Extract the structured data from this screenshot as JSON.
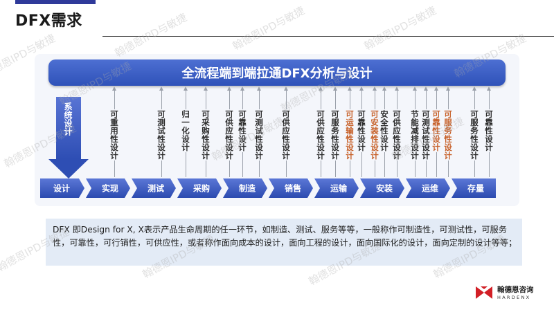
{
  "header": {
    "title": "DFX需求"
  },
  "diagram": {
    "banner": "全流程端到端拉通DFX分析与设计",
    "big_arrow_label": "系统设计",
    "stages": [
      "设计",
      "实现",
      "测试",
      "采购",
      "制造",
      "销售",
      "运输",
      "安装",
      "运维",
      "存量"
    ],
    "requirements": [
      {
        "text": "可重用性设计",
        "color": "dark"
      },
      {
        "text": "可测试性设计",
        "color": "dark"
      },
      {
        "text": "归一化设计",
        "color": "dark"
      },
      {
        "text": "可采购性设计",
        "color": "dark"
      },
      {
        "text": "可供应性设计",
        "color": "dark"
      },
      {
        "text": "可靠性设计",
        "color": "dark"
      },
      {
        "text": "可测试性设计",
        "color": "dark"
      },
      {
        "text": "可供应性设计",
        "color": "dark"
      },
      {
        "text": "可供应性设计",
        "color": "dark"
      },
      {
        "text": "可服务性设计",
        "color": "dark"
      },
      {
        "text": "可运输性设计",
        "color": "orange"
      },
      {
        "text": "可靠性设计",
        "color": "dark"
      },
      {
        "text": "可安装性设计",
        "color": "orange"
      },
      {
        "text": "安全性设计",
        "color": "dark"
      },
      {
        "text": "可供应性设计",
        "color": "dark"
      },
      {
        "text": "节能减排设计",
        "color": "dark"
      },
      {
        "text": "可测试性设计",
        "color": "dark"
      },
      {
        "text": "可靠性设计",
        "color": "orange"
      },
      {
        "text": "可服务性设计",
        "color": "orange"
      },
      {
        "text": "可服务性设计",
        "color": "dark"
      },
      {
        "text": "可靠性设计",
        "color": "dark"
      }
    ]
  },
  "description": "DFX 即Design for X, X表示产品生命周期的任一环节，如制造、测试、服务等等，一般称作可制造性，可测试性，可服务性，可靠性，可行销性，可供应性，或者称作面向成本的设计，面向工程的设计，面向国际化的设计，面向定制的设计等等；",
  "logo": {
    "name_cn": "翰德恩咨询",
    "name_en": "HARDENX"
  },
  "watermark": "翰德恩IPD与敏捷",
  "colors": {
    "accent": "#2f52b9",
    "orange": "#c7612a",
    "desc_bg": "#e3ebf6"
  }
}
